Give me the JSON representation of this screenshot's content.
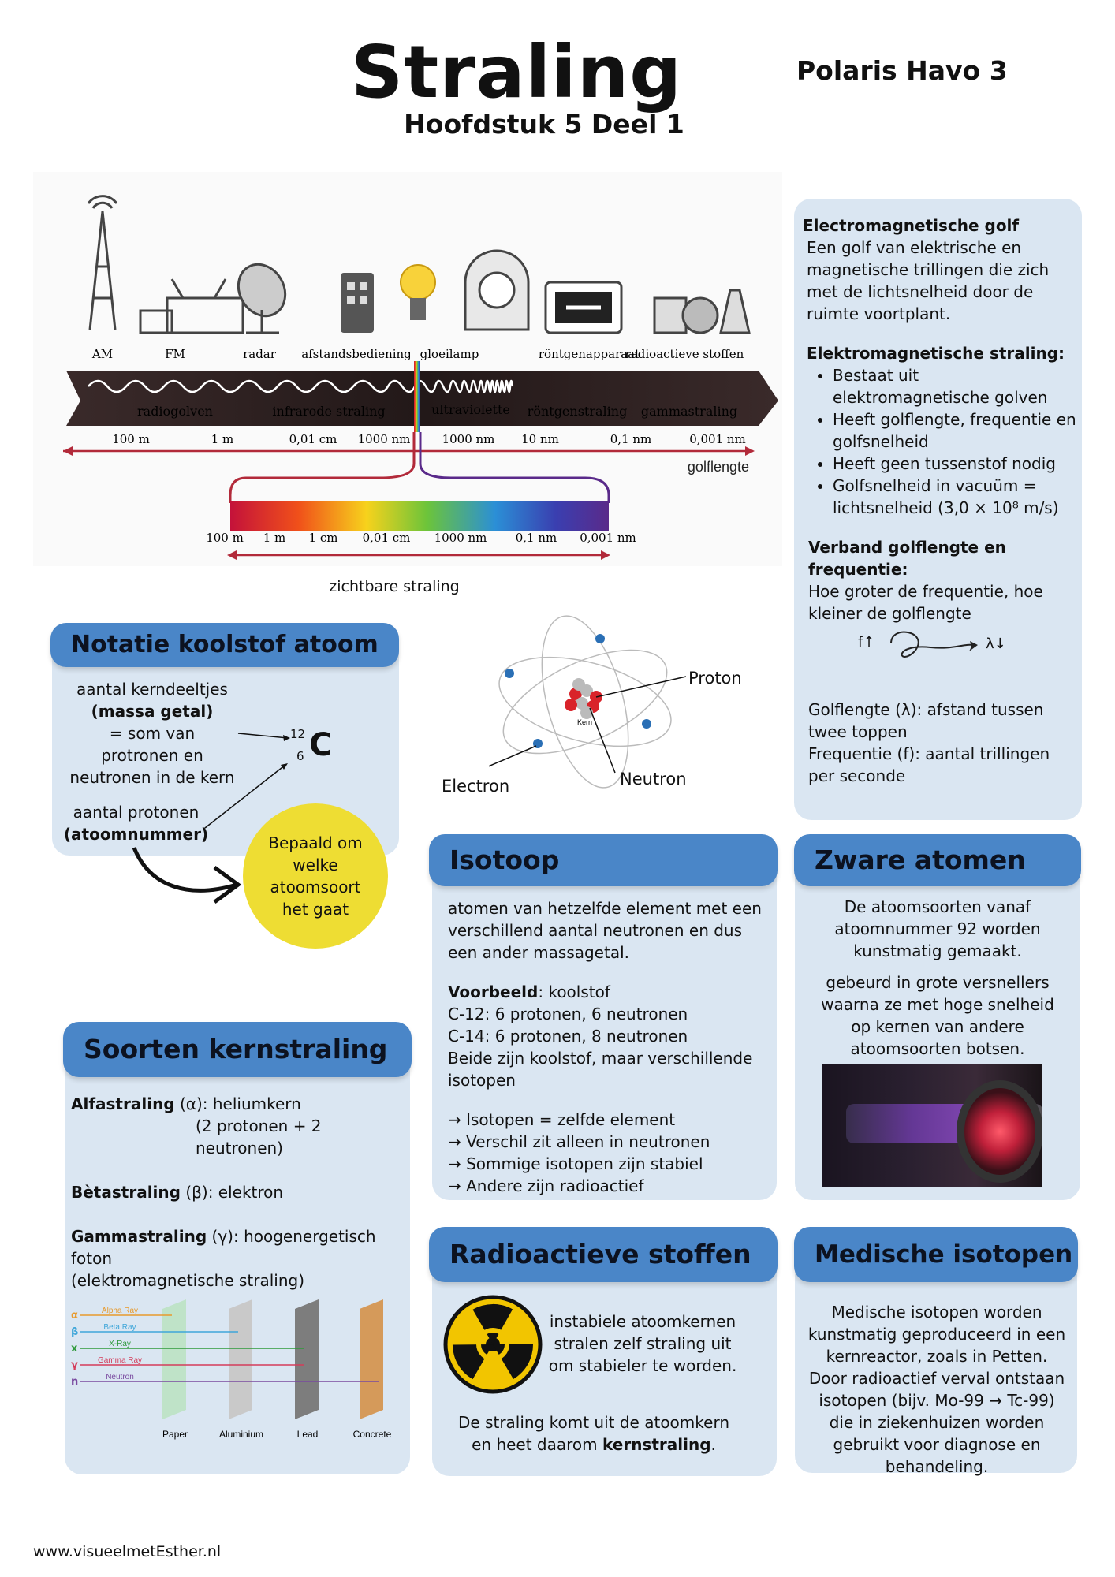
{
  "header": {
    "title": "Straling",
    "subtitle": "Hoofdstuk 5 Deel 1",
    "course": "Polaris Havo 3"
  },
  "spectrum": {
    "sources": [
      "AM",
      "FM",
      "radar",
      "afstandsbediening",
      "gloeilamp",
      "röntgenapparaat",
      "radioactieve stoffen"
    ],
    "bands": [
      "radiogolven",
      "infrarode straling",
      "ultraviolette",
      "röntgenstraling",
      "gammastraling"
    ],
    "wavelengths": [
      "100 m",
      "1 m",
      "0,01 cm",
      "1000 nm",
      "1000 nm",
      "10 nm",
      "0,1 nm",
      "0,001 nm"
    ],
    "axis_label": "golflengte",
    "visible_scale": [
      "100 m",
      "1 m",
      "1 cm",
      "0,01 cm",
      "1000 nm",
      "0,1 nm",
      "0,001 nm"
    ],
    "visible_label": "zichtbare straling"
  },
  "em_box": {
    "h1": "Electromagnetische golf",
    "p1": "Een golf van elektrische en magnetische trillingen die zich met de lichtsnelheid door de ruimte voortplant.",
    "h2": "Elektromagnetische straling:",
    "bullets": [
      "Bestaat uit elektromagnetische golven",
      "Heeft golflengte, frequentie en golfsnelheid",
      "Heeft geen tussenstof nodig",
      "Golfsnelheid in vacuüm = lichtsnelheid (3,0 × 10⁸ m/s)"
    ],
    "h3": "Verband golflengte en frequentie:",
    "p3": "Hoe groter de frequentie, hoe kleiner de golflengte",
    "f_symbol": "f↑",
    "lambda_symbol": "λ↓",
    "p4": "Golflengte (λ): afstand tussen twee toppen",
    "p5": "Frequentie (f): aantal trillingen per seconde"
  },
  "notatie": {
    "header": "Notatie koolstof atoom",
    "mass_line1": "aantal kerndeeltjes",
    "mass_line2": "(massa getal)",
    "mass_line3": "= som van protronen en neutronen in de kern",
    "mass_number": "12",
    "atomic_number": "6",
    "symbol": "C",
    "protons_line1": "aantal protonen",
    "protons_line2": "(atoomnummer)",
    "circle_text": "Bepaald om welke atoomsoort het gaat"
  },
  "atom": {
    "proton": "Proton",
    "electron": "Electron",
    "neutron": "Neutron",
    "kern": "Kern"
  },
  "isotoop": {
    "header": "Isotoop",
    "p1": "atomen van hetzelfde element met een verschillend aantal neutronen en dus een ander massagetal.",
    "example_bold": "Voorbeeld",
    "example_rest": ": koolstof",
    "lines": [
      "C-12: 6 protonen, 6 neutronen",
      "C-14: 6 protonen, 8 neutronen",
      "Beide zijn koolstof, maar verschillende isotopen"
    ],
    "arrows": [
      "→ Isotopen = zelfde element",
      "→ Verschil zit alleen in neutronen",
      "→ Sommige isotopen zijn stabiel",
      "→ Andere zijn radioactief"
    ]
  },
  "zware": {
    "header": "Zware atomen",
    "p1": "De atoomsoorten vanaf atoomnummer 92 worden kunstmatig gemaakt.",
    "p2": "gebeurd in grote versnellers waarna ze met hoge snelheid op kernen van andere atoomsoorten botsen."
  },
  "soorten": {
    "header": "Soorten kernstraling",
    "alfa_bold": "Alfastraling",
    "alfa_rest": " (α): heliumkern",
    "alfa_line2": "(2 protonen + 2 neutronen)",
    "beta_bold": "Bètastraling",
    "beta_rest": " (β): elektron",
    "gamma_bold": "Gammastraling",
    "gamma_rest": " (γ): hoogenergetisch foton",
    "gamma_line2": "(elektromagnetische straling)",
    "diagram": {
      "symbols": [
        "α",
        "β",
        "x",
        "γ",
        "n"
      ],
      "rays": [
        "Alpha Ray",
        "Beta Ray",
        "X-Ray",
        "Gamma Ray",
        "Neutron"
      ],
      "barriers": [
        "Paper",
        "Aluminium",
        "Lead",
        "Concrete"
      ],
      "colors": [
        "#e89a2c",
        "#3fa6d9",
        "#2e9a3a",
        "#d43c5a",
        "#7a4aa0"
      ]
    }
  },
  "radioactief": {
    "header": "Radioactieve stoffen",
    "p1": "instabiele atoomkernen stralen zelf straling uit om stabieler te worden.",
    "p2_start": "De straling komt uit de atoomkern en heet daarom ",
    "p2_bold": "kernstraling",
    "p2_end": "."
  },
  "medisch": {
    "header": "Medische isotopen",
    "p1": "Medische isotopen worden kunstmatig geproduceerd in een kernreactor, zoals in Petten. Door radioactief verval ontstaan isotopen (bijv. Mo-99 → Tc-99) die in ziekenhuizen worden gebruikt voor diagnose en behandeling."
  },
  "footer": {
    "url": "www.visueelmetEsther.nl"
  }
}
